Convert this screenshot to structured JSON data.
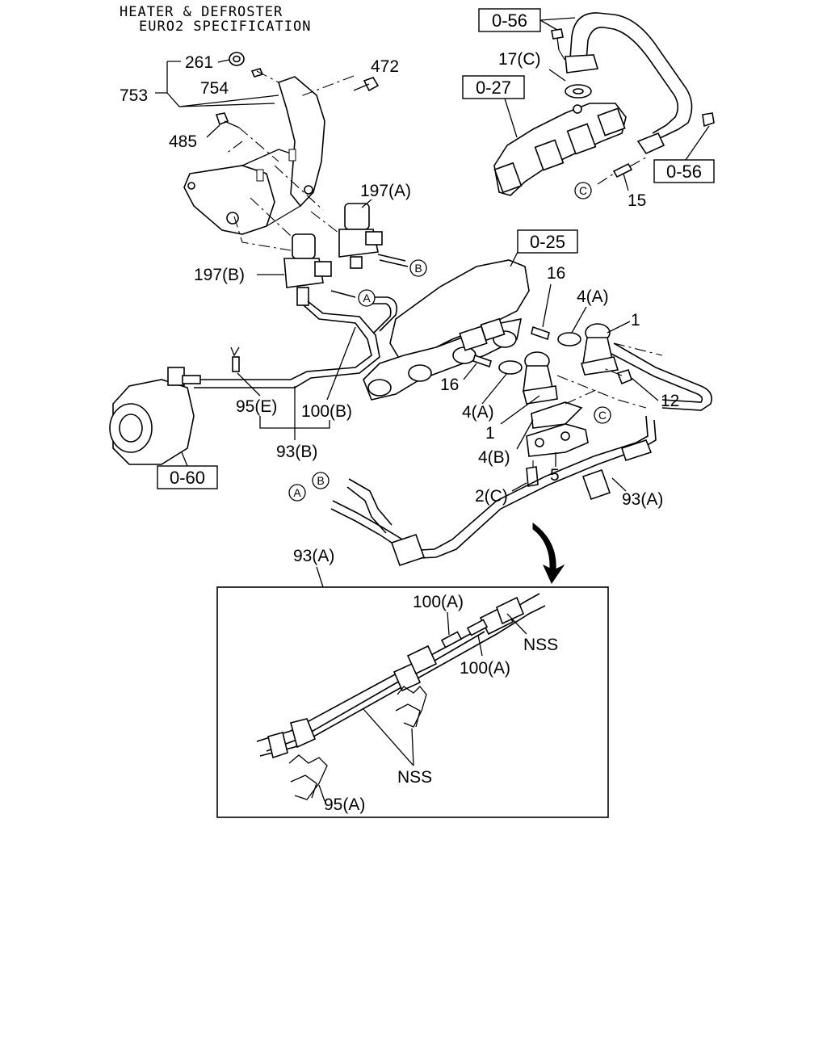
{
  "title": {
    "line1": "HEATER & DEFROSTER",
    "line2": "EURO2 SPECIFICATION"
  },
  "ref_boxes": [
    "0-56",
    "0-27",
    "0-56",
    "0-25",
    "0-60"
  ],
  "callouts": [
    "261",
    "754",
    "753",
    "472",
    "485",
    "17(C)",
    "15",
    "197(A)",
    "197(B)",
    "16",
    "4(A)",
    "1",
    "16",
    "4(A)",
    "1",
    "12",
    "4(B)",
    "5",
    "2(C)",
    "93(A)",
    "95(E)",
    "100(B)",
    "93(B)",
    "93(A)"
  ],
  "connectors": [
    "A",
    "B",
    "A",
    "B",
    "C",
    "C"
  ],
  "inset": {
    "callouts": [
      "100(A)",
      "100(A)",
      "NSS",
      "NSS",
      "95(A)"
    ]
  }
}
